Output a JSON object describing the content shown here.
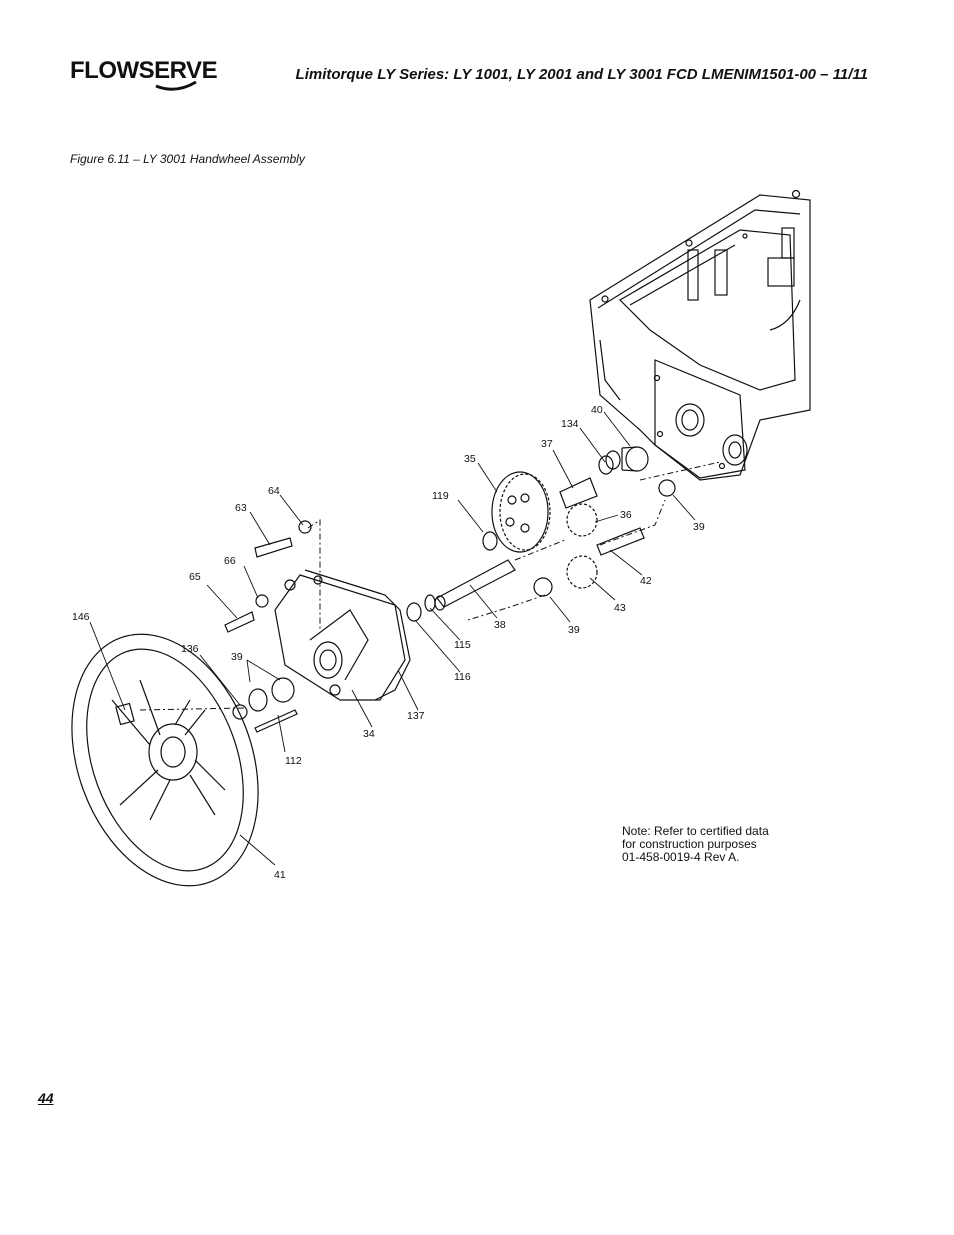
{
  "header": {
    "logo_text": "FLOWSERVE",
    "title": "Limitorque LY Series: LY 1001, LY 2001 and LY 3001    FCD LMENIM1501-00 – 11/11"
  },
  "figure": {
    "caption": "Figure 6.11 – LY 3001 Handwheel Assembly",
    "callouts": {
      "c146": "146",
      "c136": "136",
      "c39a": "39",
      "c65": "65",
      "c66": "66",
      "c63": "63",
      "c64": "64",
      "c112": "112",
      "c34": "34",
      "c137": "137",
      "c116": "116",
      "c115": "115",
      "c38": "38",
      "c119": "119",
      "c35": "35",
      "c37": "37",
      "c134": "134",
      "c40": "40",
      "c36": "36",
      "c39b": "39",
      "c42": "42",
      "c43": "43",
      "c39c": "39",
      "c41": "41"
    }
  },
  "note": {
    "line1": "Note: Refer to certified  data",
    "line2": "for construction purposes",
    "line3": "01-458-0019-4 Rev A."
  },
  "footer": {
    "page_number": "44"
  }
}
